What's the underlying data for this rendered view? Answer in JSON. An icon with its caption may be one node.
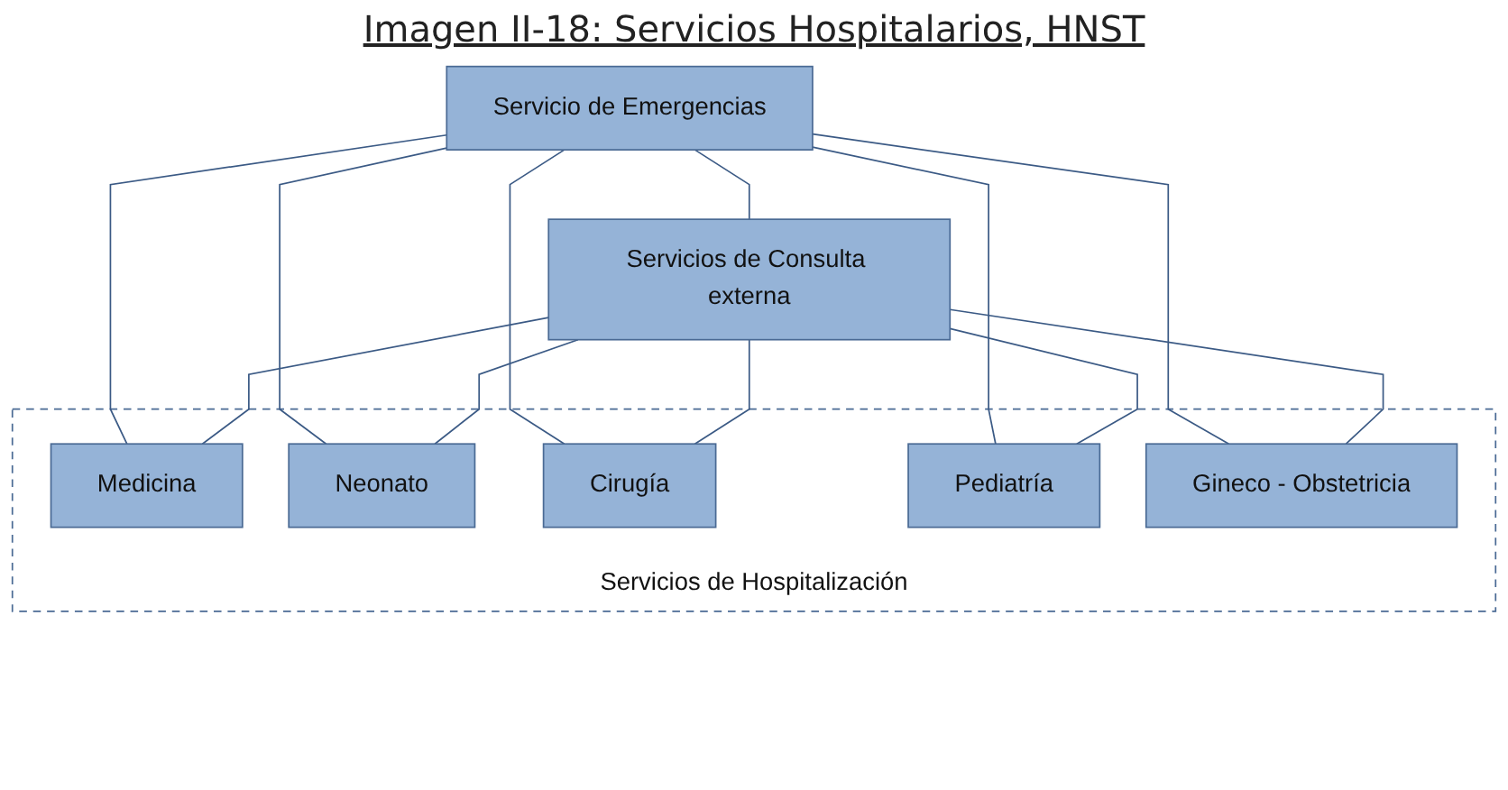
{
  "diagram": {
    "title": "Imagen II-18: Servicios Hospitalarios, HNST",
    "nodes": [
      {
        "text": [
          "Servicio de Emergencias"
        ]
      },
      {
        "text": [
          "Servicios de Consulta externa"
        ]
      },
      {
        "text": [
          "Servicios de Hospitalización"
        ]
      },
      {
        "text": [
          "Medicina"
        ],
        "in": 2
      },
      {
        "text": [
          "Neonato"
        ],
        "in": 2
      },
      {
        "text": [
          "Cirugía"
        ],
        "in": 2
      },
      {
        "text": [
          "Pediatría"
        ],
        "in": 2
      },
      {
        "text": [
          "Gineco - Obstetricia"
        ],
        "in": 2
      }
    ],
    "edges": [
      {
        "from": 0,
        "to": 1,
        "arrow": "none"
      },
      {
        "from": 0,
        "to": 3,
        "arrow": "none"
      },
      {
        "from": 0,
        "to": 4,
        "arrow": "none"
      },
      {
        "from": 0,
        "to": 5,
        "arrow": "none"
      },
      {
        "from": 0,
        "to": 6,
        "arrow": "none"
      },
      {
        "from": 0,
        "to": 7,
        "arrow": "none"
      },
      {
        "from": 1,
        "to": 3,
        "arrow": "none"
      },
      {
        "from": 1,
        "to": 4,
        "arrow": "none"
      },
      {
        "from": 1,
        "to": 5,
        "arrow": "none"
      },
      {
        "from": 1,
        "to": 6,
        "arrow": "none"
      },
      {
        "from": 1,
        "to": 7,
        "arrow": "none"
      }
    ]
  }
}
